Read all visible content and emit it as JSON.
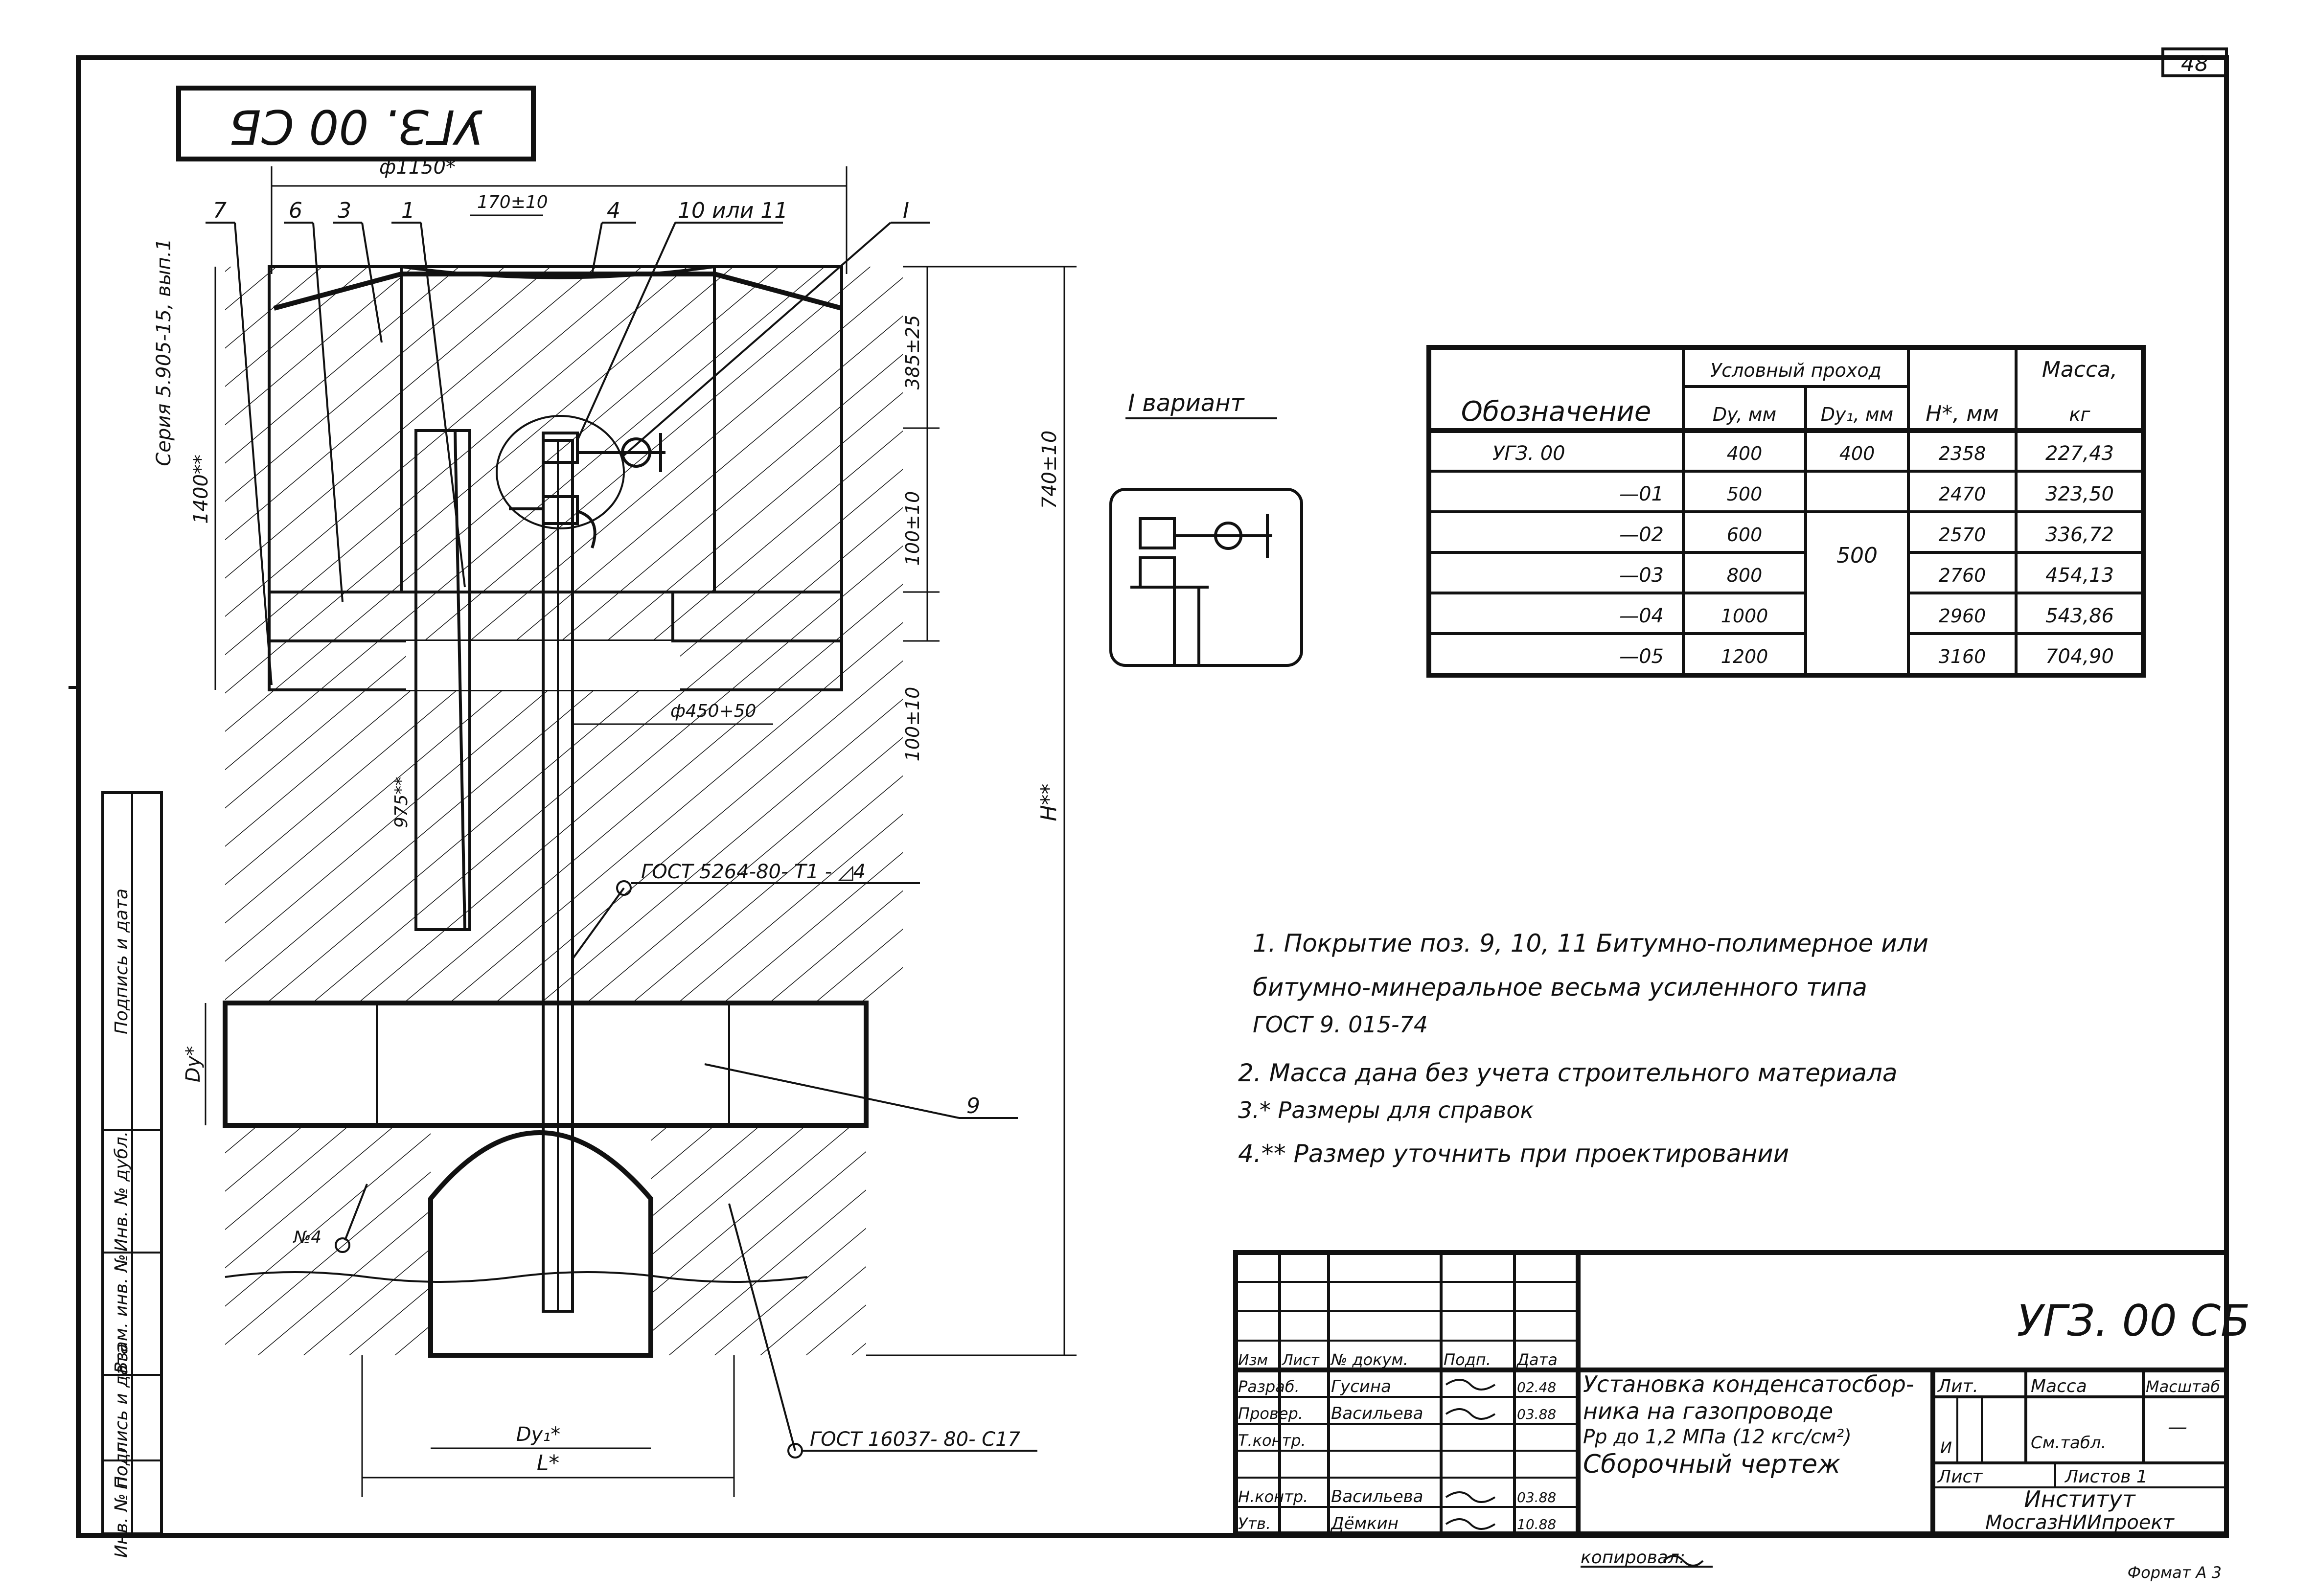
{
  "sheet": {
    "page_number": "48",
    "drawing_code_rotated": "УГЗ. 00 СБ",
    "series_side": "Серия 5.905-15, вып.1",
    "format": "Формат А 3",
    "copied_by": "копировал:"
  },
  "drawing": {
    "dimensions": {
      "d1150": "ф1150*",
      "d170": "170±10",
      "d385": "385±25",
      "d740": "740±10",
      "d100a": "100±10",
      "d100b": "100±10",
      "d1400": "1400**",
      "d975": "975**",
      "d450": "ф450+50",
      "h": "H**",
      "dy": "Dy*",
      "dy1": "Dy₁*",
      "l": "L*",
      "n4": "№4"
    },
    "callouts": [
      "7",
      "6",
      "3",
      "1",
      "4",
      "10 или 11",
      "I",
      "9"
    ],
    "weld_top": "ГОСТ 5264-80- Т1 - ◿4",
    "weld_bottom": "ГОСТ 16037- 80- С17",
    "detail_title": "I вариант"
  },
  "table": {
    "col_designation": "Обозначение",
    "col_group": "Условный проход",
    "col_dy": "Dy, мм",
    "col_dy1": "Dy₁, мм",
    "col_h": "H*, мм",
    "col_mass_a": "Масса,",
    "col_mass_b": "кг",
    "rows": [
      {
        "designation": "УГЗ. 00",
        "dy": "400",
        "dy1": "400",
        "h": "2358",
        "mass": "227,43"
      },
      {
        "designation": "—01",
        "dy": "500",
        "dy1": "",
        "h": "2470",
        "mass": "323,50"
      },
      {
        "designation": "—02",
        "dy": "600",
        "dy1": "",
        "h": "2570",
        "mass": "336,72"
      },
      {
        "designation": "—03",
        "dy": "800",
        "dy1": "500",
        "h": "2760",
        "mass": "454,13"
      },
      {
        "designation": "—04",
        "dy": "1000",
        "dy1": "",
        "h": "2960",
        "mass": "543,86"
      },
      {
        "designation": "—05",
        "dy": "1200",
        "dy1": "",
        "h": "3160",
        "mass": "704,90"
      }
    ]
  },
  "notes": [
    "1. Покрытие поз. 9, 10, 11 Битумно-полимерное или",
    "битумно-минеральное весьма усиленного типа",
    "ГОСТ 9. 015-74",
    "2. Масса дана без учета строительного материала",
    "3.* Размеры для справок",
    "4.** Размер уточнить при проектировании"
  ],
  "title_block": {
    "code": "УГЗ. 00 СБ",
    "name_line1": "Установка конденсатосбор-",
    "name_line2": "ника на газопроводе",
    "name_line3": "Рр до 1,2 МПа (12 кгс/см²)",
    "name_line4": "Сборочный чертеж",
    "head_change": "Изм",
    "head_sheet": "Лист",
    "head_doc": "№ докум.",
    "head_sign": "Подп.",
    "head_date": "Дата",
    "role_dev": "Разраб.",
    "role_check": "Провер.",
    "role_tcontrol": "Т.контр.",
    "role_ncontrol": "Н.контр.",
    "role_approve": "Утв.",
    "name_dev": "Гусина",
    "name_check": "Васильева",
    "name_ncontrol": "Васильева",
    "name_approve": "Дёмкин",
    "date_dev": "02.48",
    "date_check": "03.88",
    "date_ncontrol": "03.88",
    "date_approve": "10.88",
    "lit_label": "Лит.",
    "lit_value": "И",
    "mass_label": "Масса",
    "mass_value": "См.табл.",
    "scale_label": "Масштаб",
    "scale_value": "—",
    "sheet_label": "Лист",
    "sheets_label": "Листов 1",
    "org1": "Институт",
    "org2": "МосгазНИИпроект"
  },
  "side_stamp": [
    "Инв. № подл.",
    "Подпись и дата",
    "Взам. инв. №",
    "Инв. № дубл.",
    "Подпись и дата"
  ]
}
